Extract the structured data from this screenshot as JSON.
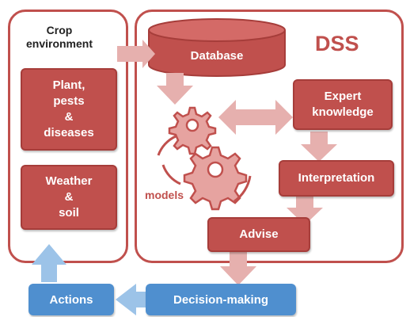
{
  "diagram": {
    "title": "DSS",
    "crop_environment": "Crop\nenvironment",
    "plant_pests": "Plant,\npests\n&\ndiseases",
    "weather_soil": "Weather\n&\nsoil",
    "database": "Database",
    "expert_knowledge": "Expert\nknowledge",
    "models": "models",
    "interpretation": "Interpretation",
    "advise": "Advise",
    "decision_making": "Decision-making",
    "actions": "Actions"
  },
  "colors": {
    "primary_red": "#c0504d",
    "light_red": "#e6b0ae",
    "blue": "#4f8fcf",
    "light_blue": "#9cc3e8"
  }
}
